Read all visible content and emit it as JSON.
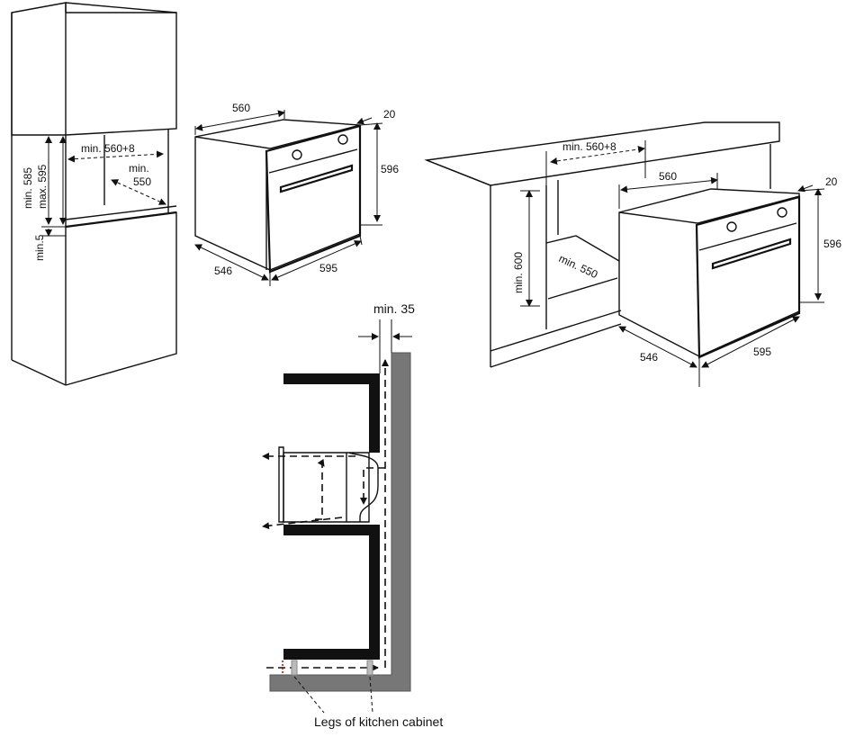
{
  "column_unit": {
    "min_585": "min. 585",
    "max_595": "max. 595",
    "min_5": "min.5",
    "min_560_8": "min. 560+8",
    "min_550_a": "min.",
    "min_550_b": "550"
  },
  "oven_left": {
    "width_560": "560",
    "gap_20": "20",
    "height_596": "596",
    "depth_546": "546",
    "front_595": "595"
  },
  "undercounter": {
    "min_560_8": "min. 560+8",
    "width_560": "560",
    "gap_20": "20",
    "height_596": "596",
    "min_600": "min. 600",
    "min_550": "min. 550",
    "depth_546": "546",
    "front_595": "595"
  },
  "ventilation": {
    "gap_label": "min. 35",
    "legs_label": "Legs of kitchen cabinet"
  },
  "colors": {
    "wall": "#777777",
    "line": "#111111"
  }
}
